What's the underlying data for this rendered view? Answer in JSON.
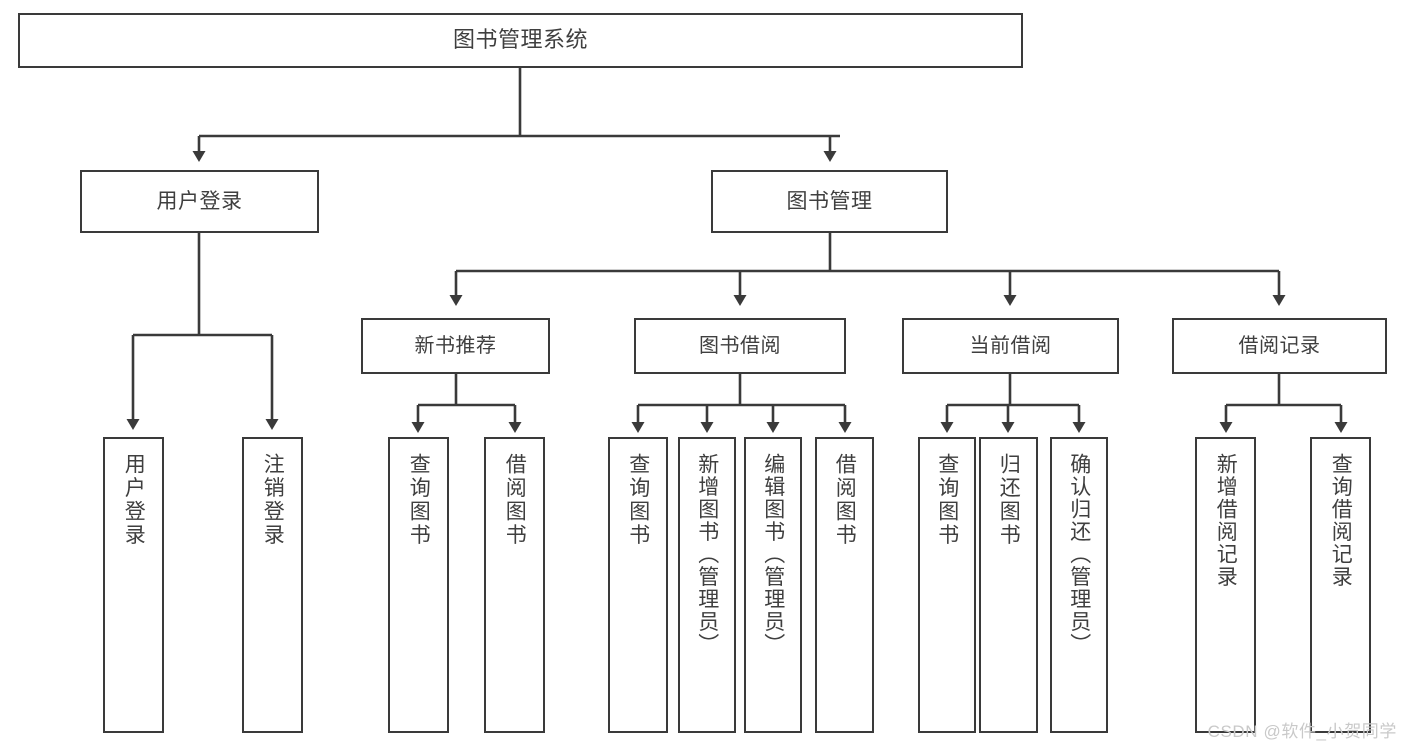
{
  "diagram": {
    "type": "tree-hierarchy",
    "title": "图书管理系统",
    "watermark": "CSDN @软件_小贺同学",
    "colors": {
      "stroke": "#3a3a3a",
      "text": "#3f3f3f",
      "background": "#ffffff",
      "watermark": "#c9c9c9"
    },
    "nodes": {
      "root": {
        "label": "图书管理系统",
        "level": 1
      },
      "l2": [
        {
          "id": "user-login",
          "label": "用户登录",
          "level": 2
        },
        {
          "id": "book-manage",
          "label": "图书管理",
          "level": 2
        }
      ],
      "l3": [
        {
          "id": "new-book-recommend",
          "label": "新书推荐",
          "level": 3
        },
        {
          "id": "book-borrow",
          "label": "图书借阅",
          "level": 3
        },
        {
          "id": "current-borrow",
          "label": "当前借阅",
          "level": 3
        },
        {
          "id": "borrow-record",
          "label": "借阅记录",
          "level": 3
        }
      ],
      "leaves": [
        {
          "id": "leaf-user-login",
          "label": "用户登录",
          "parent": "user-login"
        },
        {
          "id": "leaf-logout",
          "label": "注销登录",
          "parent": "user-login"
        },
        {
          "id": "leaf-query-book-1",
          "label": "查询图书",
          "parent": "new-book-recommend"
        },
        {
          "id": "leaf-borrow-book-1",
          "label": "借阅图书",
          "parent": "new-book-recommend"
        },
        {
          "id": "leaf-query-book-2",
          "label": "查询图书",
          "parent": "book-borrow"
        },
        {
          "id": "leaf-add-book",
          "label": "新增图书（管理员）",
          "parent": "book-borrow"
        },
        {
          "id": "leaf-edit-book",
          "label": "编辑图书（管理员）",
          "parent": "book-borrow"
        },
        {
          "id": "leaf-borrow-book-2",
          "label": "借阅图书",
          "parent": "book-borrow"
        },
        {
          "id": "leaf-query-book-3",
          "label": "查询图书",
          "parent": "current-borrow"
        },
        {
          "id": "leaf-return-book",
          "label": "归还图书",
          "parent": "current-borrow"
        },
        {
          "id": "leaf-confirm-return",
          "label": "确认归还（管理员）",
          "parent": "current-borrow"
        },
        {
          "id": "leaf-add-record",
          "label": "新增借阅记录",
          "parent": "borrow-record"
        },
        {
          "id": "leaf-query-record",
          "label": "查询借阅记录",
          "parent": "borrow-record"
        }
      ]
    }
  }
}
